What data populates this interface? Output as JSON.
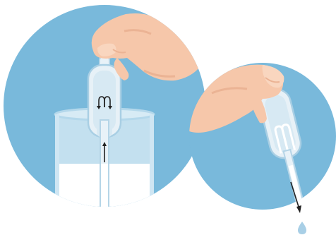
{
  "illustration": {
    "panels": [
      {
        "name": "glass-panel",
        "icon": "pipette-in-glass"
      },
      {
        "name": "dispense-panel",
        "icon": "pipette-dispensing"
      }
    ],
    "colors": {
      "circle": "#79b9db",
      "skin": "#f6c7aa",
      "skin_shadow": "#ebb394",
      "pipette_body": "#e7f1f7",
      "pipette_outline": "#a9cfe4",
      "glass_rim": "#c9e4f2",
      "liquid": "#ffffff",
      "arrow": "#222222",
      "drop": "#a8cfe6"
    }
  }
}
